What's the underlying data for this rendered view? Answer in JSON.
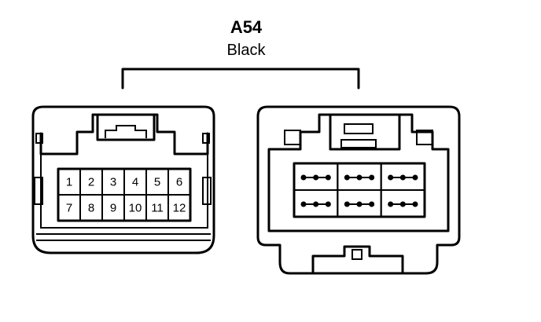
{
  "connector": {
    "id": "A54",
    "color": "Black"
  },
  "pins": {
    "row1": [
      "1",
      "2",
      "3",
      "4",
      "5",
      "6"
    ],
    "row2": [
      "7",
      "8",
      "9",
      "10",
      "11",
      "12"
    ]
  },
  "colors": {
    "line": "#000000",
    "background": "#ffffff"
  }
}
